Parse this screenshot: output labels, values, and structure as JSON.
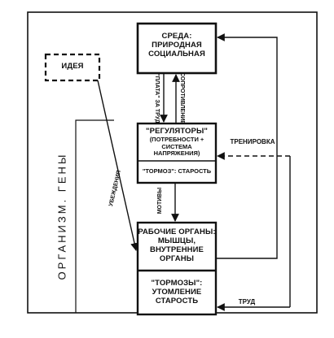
{
  "nodes": {
    "environment": {
      "lines": [
        "СРЕДА:",
        "ПРИРОДНАЯ",
        "СОЦИАЛЬНАЯ"
      ]
    },
    "idea": {
      "label": "ИДЕЯ"
    },
    "regulators": {
      "title": "\"РЕГУЛЯТОРЫ\"",
      "lines": [
        "(ПОТРЕБНОСТИ +",
        "СИСТЕМА НАПРЯЖЕНИЯ)"
      ]
    },
    "brake_top": {
      "label": "\"ТОРМОЗ\": СТАРОСТЬ"
    },
    "working_organs": {
      "lines": [
        "РАБОЧИЕ ОРГАНЫ:",
        "МЫШЦЫ,",
        "ВНУТРЕННИЕ",
        "ОРГАНЫ"
      ]
    },
    "brakes_bottom": {
      "lines": [
        "\"ТОРМОЗЫ\":",
        "УТОМЛЕНИЕ",
        "СТАРОСТЬ"
      ]
    }
  },
  "edges": {
    "pay_for_work": "\"ПЛАТА\" ЗА ТРУД",
    "resistance": "СОПРОТИВЛЕНИЕ",
    "training": "ТРЕНИРОВКА",
    "motives": "МОТИВЫ",
    "beliefs": "УБЕЖДЕНИЯ",
    "labor": "ТРУД"
  },
  "organism_label": "ОРГАНИЗМ. ГЕНЫ"
}
